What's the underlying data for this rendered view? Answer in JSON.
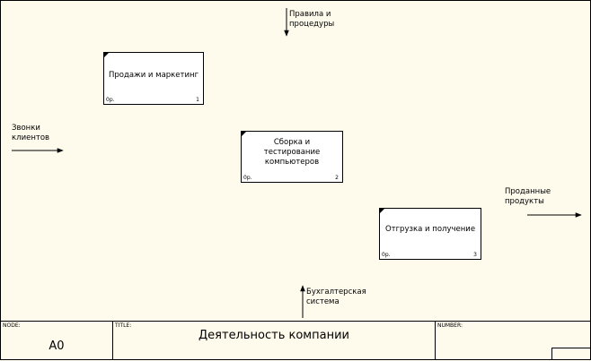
{
  "diagram": {
    "controls": {
      "label": "Правила и\nпроцедуры"
    },
    "inputs": {
      "label": "Звонки\nклиентов"
    },
    "outputs": {
      "label": "Проданные\nпродукты"
    },
    "mechanisms": {
      "label": "Бухгалтерская\nсистема"
    },
    "boxes": [
      {
        "title": "Продажи и маркетинг",
        "cost": "0р.",
        "number": "1"
      },
      {
        "title": "Сборка и\nтестирование\nкомпьютеров",
        "cost": "0р.",
        "number": "2"
      },
      {
        "title": "Отгрузка и получение",
        "cost": "0р.",
        "number": "3"
      }
    ]
  },
  "frame": {
    "node_caption": "NODE:",
    "node_value": "A0",
    "title_caption": "TITLE:",
    "title_value": "Деятельность компании",
    "number_caption": "NUMBER:"
  }
}
